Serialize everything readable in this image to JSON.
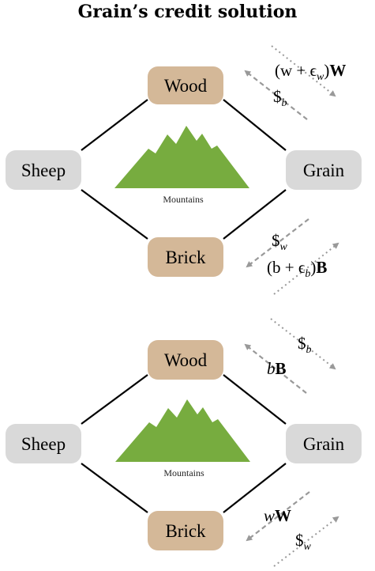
{
  "title": "Grain’s credit solution",
  "diagrams": [
    {
      "nodes": {
        "wood": "Wood",
        "sheep": "Sheep",
        "grain": "Grain",
        "brick": "Brick"
      },
      "mountains_label": "Mountains",
      "top_flow": {
        "label_var": "(w + ϵ",
        "label_sub": "w",
        "label_close": ")",
        "label_bold": "W",
        "payment_sym": "$",
        "payment_sub": "b"
      },
      "bottom_flow": {
        "payment_sym": "$",
        "payment_sub": "w",
        "label_var": "(b + ϵ",
        "label_sub": "b",
        "label_close": ")",
        "label_bold": "B"
      }
    },
    {
      "nodes": {
        "wood": "Wood",
        "sheep": "Sheep",
        "grain": "Grain",
        "brick": "Brick"
      },
      "mountains_label": "Mountains",
      "top_flow": {
        "payment_sym": "$",
        "payment_sub": "b",
        "label_var": "b",
        "label_bold": "B"
      },
      "bottom_flow": {
        "label_var": "w",
        "label_bold": "W",
        "payment_sym": "$",
        "payment_sub": "w"
      }
    }
  ],
  "colors": {
    "resource_node": "#d4b898",
    "neutral_node": "#d9d9d9",
    "mountain": "#77ac3f",
    "arrow": "#999999"
  }
}
